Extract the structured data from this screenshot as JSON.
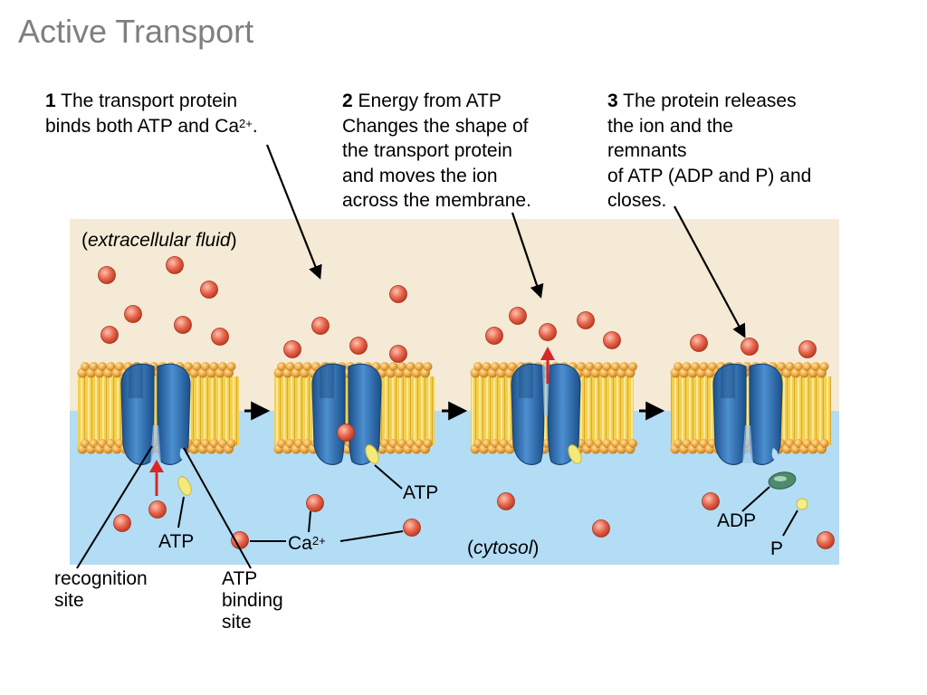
{
  "title": "Active Transport",
  "steps": [
    {
      "number": "1",
      "lines": [
        "The transport protein",
        "binds both ATP and Ca"
      ],
      "sup": "2+",
      "tail": "."
    },
    {
      "number": "2",
      "lines": [
        "Energy from ATP",
        "Changes the shape of",
        "the transport protein",
        "and moves the ion",
        "across the membrane."
      ]
    },
    {
      "number": "3",
      "lines": [
        "The protein releases",
        "the ion and the",
        "remnants",
        "of ATP (ADP and P) and",
        "closes."
      ]
    }
  ],
  "regions": {
    "extracellular": "extracellular fluid",
    "cytosol": "cytosol"
  },
  "labels": {
    "atp_left": "ATP",
    "atp_mid": "ATP",
    "ca": "Ca",
    "ca_sup": "2+",
    "adp": "ADP",
    "p": "P",
    "recognition_site": [
      "recognition",
      "site"
    ],
    "atp_binding_site": [
      "ATP",
      "binding",
      "site"
    ]
  },
  "colors": {
    "extracellular_bg": "#f4ead6",
    "cytosol_bg": "#b3dcf5",
    "protein": "#2b6cb0",
    "lipid_head": "#e8a33a",
    "lipid_tail": "#f4d04e",
    "ion": "#e5634b",
    "atp": "#f3ea7a",
    "adp": "#4e8a6d",
    "arrow_red": "#d62828"
  }
}
